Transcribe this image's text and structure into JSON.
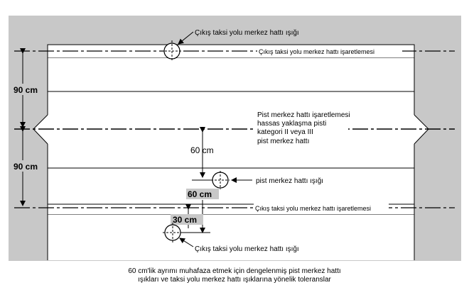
{
  "labels": {
    "exit_light_top": "Çıkış taksi yolu merkez hattı ışığı",
    "exit_marking_top": "Çıkış taksi yolu merkez hattı işaretlemesi",
    "dim_90_top": "90 cm",
    "dim_90_bottom": "90 cm",
    "runway_marking_lines": [
      "Pist merkez hattı işaretlemesi",
      "hassas yaklaşma pisti",
      "kategori II veya III",
      "pist merkez hattı"
    ],
    "dim_60_upper": "60 cm",
    "runway_light": "pist merkez hattı ışığı",
    "dim_60_lower": "60 cm",
    "exit_marking_bottom": "Çıkış taksi yolu merkez hattı işaretlemesi",
    "dim_30": "30 cm",
    "exit_light_bottom": "Çıkış taksi yolu merkez hattı ışığı"
  },
  "caption": [
    "60 cm'lik ayrımı muhafaza etmek için dengelenmiş pist merkez hattı",
    "ışıkları ve taksi yolu merkez hattı ışıklarına yönelik toleranslar"
  ],
  "colors": {
    "background_panel": "#c8c8c8",
    "pavement": "#ffffff",
    "line": "#000000"
  }
}
